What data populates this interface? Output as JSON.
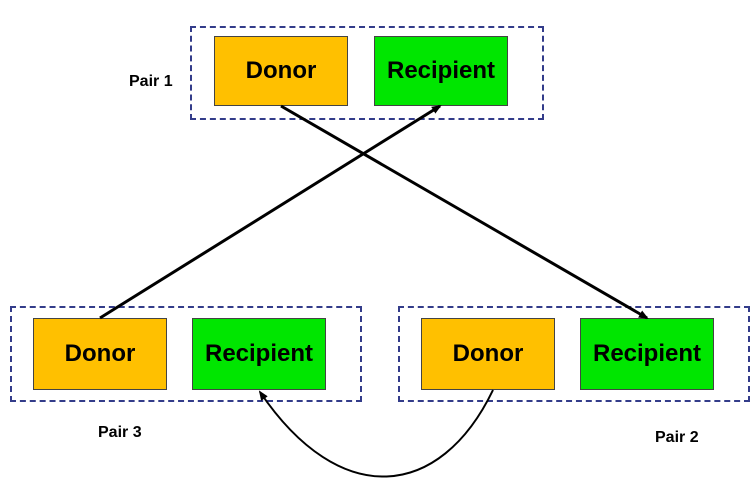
{
  "colors": {
    "donor": "#ffc000",
    "recipient": "#00e600",
    "group_border": "#333c8a",
    "arrow": "#000000"
  },
  "pairs": [
    {
      "label": "Pair 1",
      "donor": "Donor",
      "recipient": "Recipient"
    },
    {
      "label": "Pair 2",
      "donor": "Donor",
      "recipient": "Recipient"
    },
    {
      "label": "Pair 3",
      "donor": "Donor",
      "recipient": "Recipient"
    }
  ]
}
